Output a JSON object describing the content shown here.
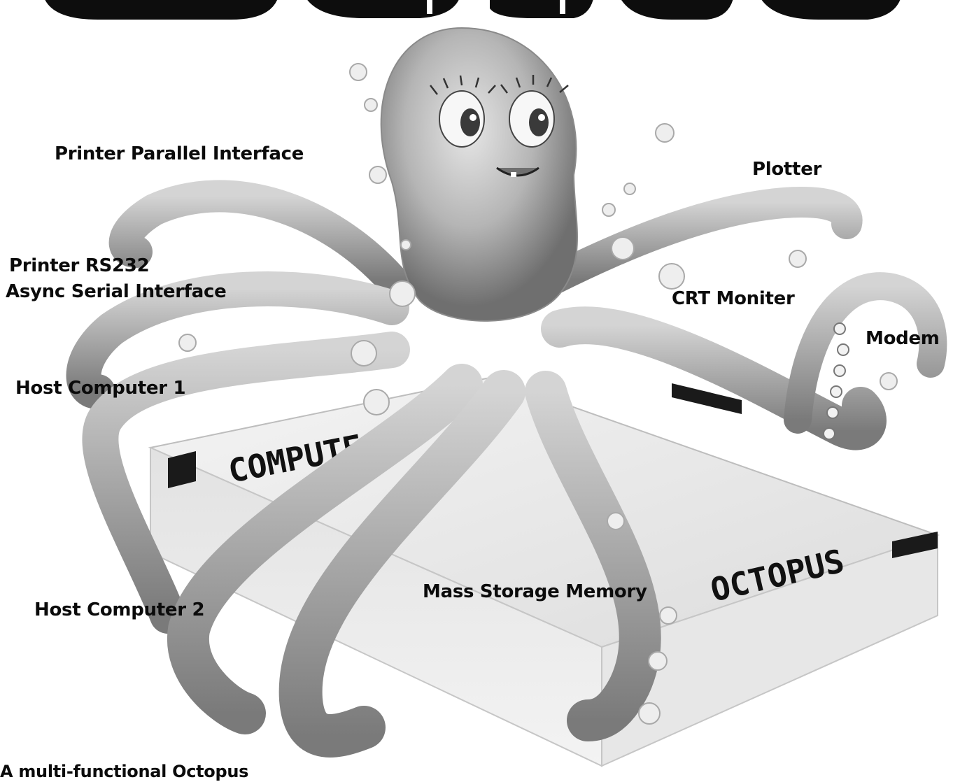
{
  "headline": {
    "text": "OCTOPUS",
    "partially_visible": true
  },
  "labels": {
    "printer_parallel": "Printer Parallel Interface",
    "plotter": "Plotter",
    "printer_rs232_line1": "Printer RS232",
    "printer_rs232_line2": "Async Serial Interface",
    "crt": "CRT Moniter",
    "modem": "Modem",
    "host1": "Host Computer 1",
    "host2": "Host Computer 2",
    "mass_storage": "Mass Storage Memory",
    "tagline": "A multi-functional Octopus"
  },
  "box": {
    "left_text": "COMPUTE",
    "right_text": "OCTOPUS"
  },
  "colors": {
    "ink": "#0b0b0b",
    "octopus": "#b9b9b9",
    "octopus_shadow": "#7d7d7d",
    "box": "#e9e9e9"
  }
}
